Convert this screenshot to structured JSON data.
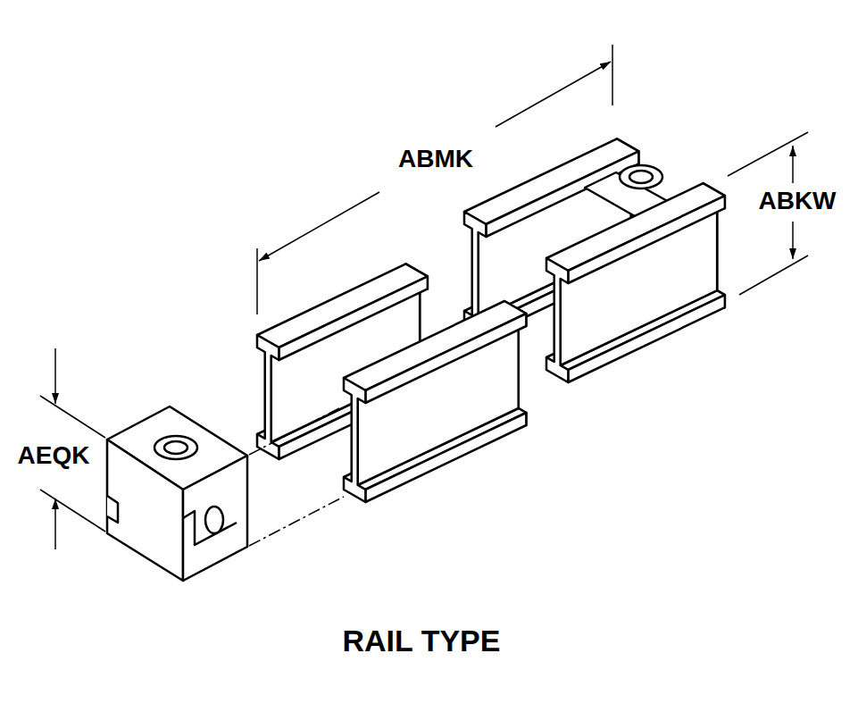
{
  "diagram": {
    "caption": "RAIL TYPE",
    "labels": [
      "ABMK",
      "ABKW",
      "AEQK"
    ]
  }
}
